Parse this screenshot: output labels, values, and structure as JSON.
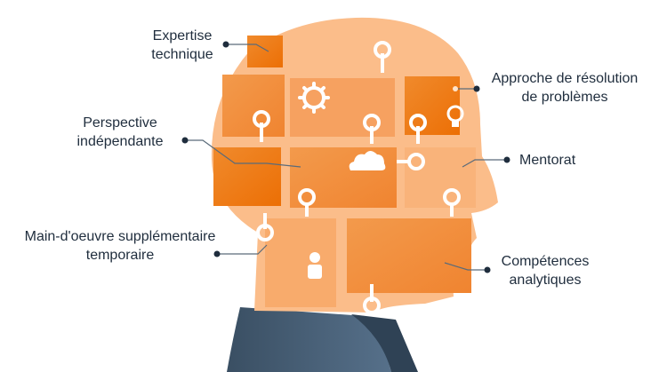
{
  "labels": {
    "expertise": [
      "Expertise",
      "technique"
    ],
    "approach": [
      "Approche de résolution",
      "de problèmes"
    ],
    "perspective": [
      "Perspective",
      "indépendante"
    ],
    "mentoring": [
      "Mentorat"
    ],
    "workforce": [
      "Main-d'oeuvre supplémentaire",
      "temporaire"
    ],
    "analytics": [
      "Compétences",
      "analytiques"
    ]
  },
  "colors": {
    "head_light": "#fbbd8a",
    "piece_mid": "#f59f58",
    "piece_dark": "#ef7d1c",
    "piece_deep": "#ec6f05",
    "suit": "#3a4f63",
    "suit_light": "#56708a",
    "text": "#1f2d3d",
    "dot": "#1f2d3d"
  },
  "icons": [
    "gear-icon",
    "lightbulb-icon",
    "cloud-icon",
    "person-icon"
  ]
}
